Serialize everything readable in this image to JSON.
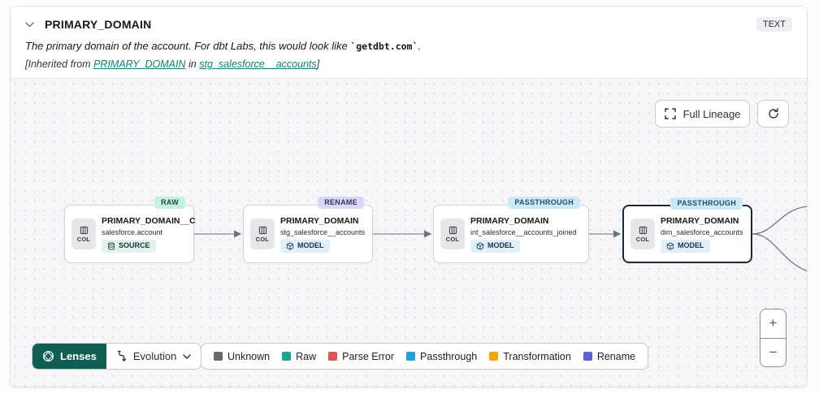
{
  "header": {
    "title": "PRIMARY_DOMAIN",
    "type_badge": "TEXT",
    "description_prefix": "The primary domain of the account. For dbt Labs, this would look like ",
    "description_code": "`getdbt.com`",
    "description_suffix": ".",
    "inherited_prefix": "[Inherited from ",
    "inherited_link_column": "PRIMARY_DOMAIN",
    "inherited_middle": " in ",
    "inherited_link_model": "stg_salesforce__accounts",
    "inherited_suffix": "]"
  },
  "toolbar": {
    "full_lineage_label": "Full Lineage"
  },
  "canvas": {
    "nodes": [
      {
        "title": "PRIMARY_DOMAIN__C",
        "subtitle": "salesforce.account",
        "badge": "SOURCE",
        "tag": "RAW",
        "col_label": "COL",
        "selected": false
      },
      {
        "title": "PRIMARY_DOMAIN",
        "subtitle": "stg_salesforce__accounts",
        "badge": "MODEL",
        "tag": "RENAME",
        "col_label": "COL",
        "selected": false
      },
      {
        "title": "PRIMARY_DOMAIN",
        "subtitle": "int_salesforce__accounts_joined",
        "badge": "MODEL",
        "tag": "PASSTHROUGH",
        "col_label": "COL",
        "selected": false
      },
      {
        "title": "PRIMARY_DOMAIN",
        "subtitle": "dim_salesforce_accounts",
        "badge": "MODEL",
        "tag": "PASSTHROUGH",
        "col_label": "COL",
        "selected": true
      }
    ]
  },
  "zoom_controls": {
    "zoom_in": "+",
    "zoom_out": "−"
  },
  "footer": {
    "lenses_label": "Lenses",
    "lens_selected": "Evolution",
    "legend": [
      {
        "label": "Unknown",
        "color": "#68686e"
      },
      {
        "label": "Raw",
        "color": "#1ba389"
      },
      {
        "label": "Parse Error",
        "color": "#e05353"
      },
      {
        "label": "Passthrough",
        "color": "#23a1d8"
      },
      {
        "label": "Transformation",
        "color": "#f4a30b"
      },
      {
        "label": "Rename",
        "color": "#5f5fd6"
      }
    ]
  },
  "colors": {
    "lenses_button_bg": "#0e5e51",
    "link_teal": "#0f7e72",
    "tag_raw_bg": "#c2f1df",
    "tag_rename_bg": "#d9d9f6",
    "tag_passthrough_bg": "#cde9f8",
    "badge_source_bg": "#e1f4ec",
    "badge_model_bg": "#ddf0fb"
  }
}
